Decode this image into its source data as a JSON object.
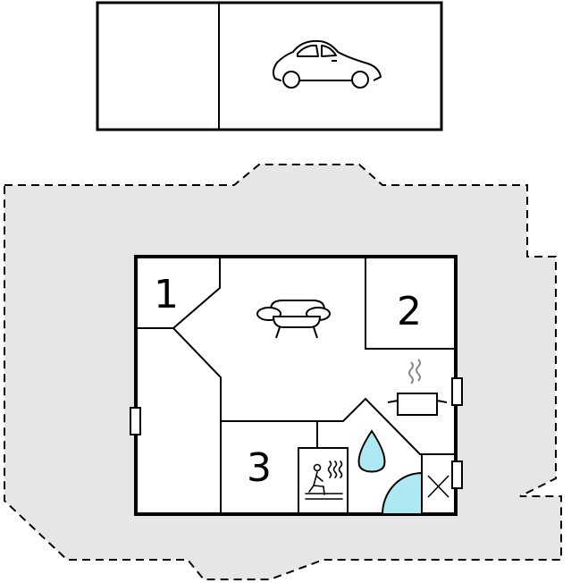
{
  "colors": {
    "wall": "#000000",
    "terrace_fill": "#e6e6e6",
    "terrace_border": "#000000",
    "water": "#aee8f2",
    "steam": "#8a8a8a",
    "background": "#ffffff"
  },
  "rooms": [
    {
      "id": "bedroom-1",
      "label": "1"
    },
    {
      "id": "bedroom-2",
      "label": "2"
    },
    {
      "id": "bedroom-3",
      "label": "3"
    }
  ],
  "icons": [
    {
      "name": "car-icon",
      "meaning": "garage"
    },
    {
      "name": "sofa-icon",
      "meaning": "living-room"
    },
    {
      "name": "cooking-pot-icon",
      "meaning": "kitchen"
    },
    {
      "name": "sauna-icon",
      "meaning": "sauna"
    },
    {
      "name": "water-drop-icon",
      "meaning": "bathroom"
    },
    {
      "name": "shower-icon",
      "meaning": "shower"
    },
    {
      "name": "closet-x-icon",
      "meaning": "utility"
    }
  ]
}
